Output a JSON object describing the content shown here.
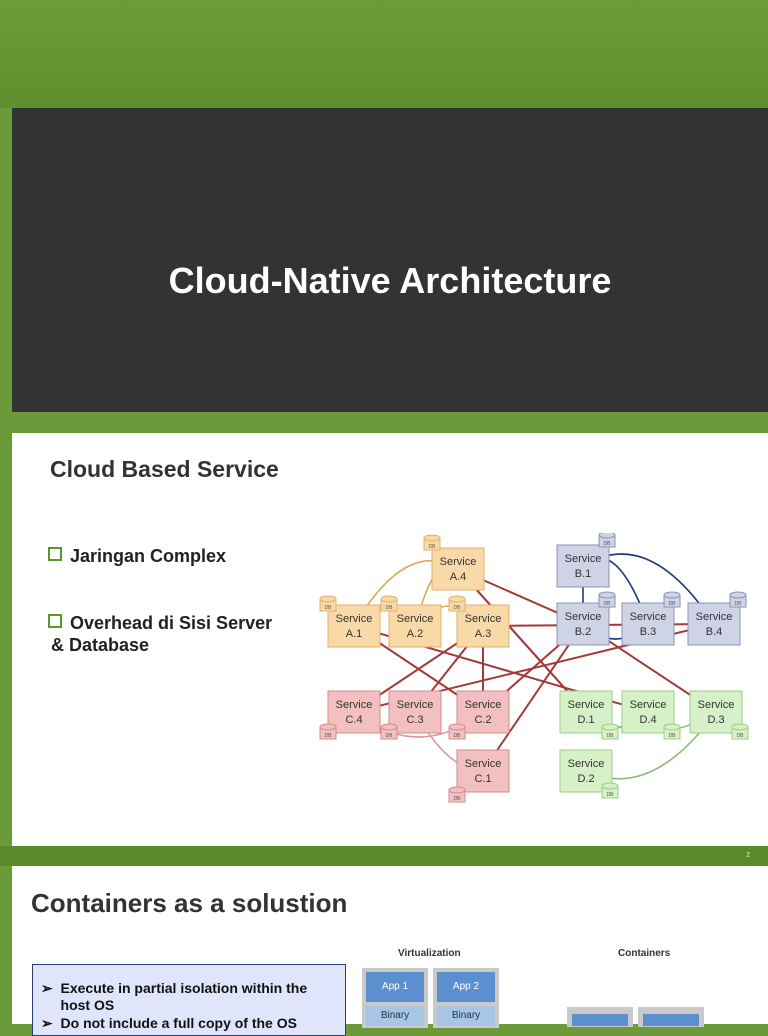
{
  "slide1": {
    "title": "Cloud-Native Architecture"
  },
  "slide2": {
    "heading": "Cloud Based Service",
    "bullets": [
      "Jaringan Complex",
      "Overhead di Sisi Server",
      "& Database"
    ],
    "diagram": {
      "service_word": "Service",
      "db_label": "DB",
      "services": [
        {
          "id": "A.4",
          "group": "A"
        },
        {
          "id": "A.1",
          "group": "A"
        },
        {
          "id": "A.2",
          "group": "A"
        },
        {
          "id": "A.3",
          "group": "A"
        },
        {
          "id": "B.1",
          "group": "B"
        },
        {
          "id": "B.2",
          "group": "B"
        },
        {
          "id": "B.3",
          "group": "B"
        },
        {
          "id": "B.4",
          "group": "B"
        },
        {
          "id": "C.4",
          "group": "C"
        },
        {
          "id": "C.3",
          "group": "C"
        },
        {
          "id": "C.2",
          "group": "C"
        },
        {
          "id": "C.1",
          "group": "C"
        },
        {
          "id": "D.1",
          "group": "D"
        },
        {
          "id": "D.4",
          "group": "D"
        },
        {
          "id": "D.3",
          "group": "D"
        },
        {
          "id": "D.2",
          "group": "D"
        }
      ],
      "group_colors": {
        "A": {
          "fill": "#f9d9a8",
          "stroke": "#e2b06a",
          "arrow": "#e0a84a"
        },
        "B": {
          "fill": "#cfd3e6",
          "stroke": "#8a92b8",
          "arrow": "#1f3a7a"
        },
        "C": {
          "fill": "#f2c0c0",
          "stroke": "#d78a8a",
          "arrow": "#d89a9a"
        },
        "D": {
          "fill": "#d6f0c8",
          "stroke": "#9ccc86",
          "arrow": "#8cc070"
        },
        "cross": "#a33a3a"
      }
    }
  },
  "page_number": "2",
  "slide3": {
    "heading": "Containers as a solustion",
    "virtualization_label": "Virtualization",
    "containers_label": "Containers",
    "box_items": [
      "Execute in partial isolation within the host OS",
      "Do not include a full copy of the OS"
    ],
    "apps": [
      "App 1",
      "App 2"
    ],
    "binary_label": "Binary"
  }
}
